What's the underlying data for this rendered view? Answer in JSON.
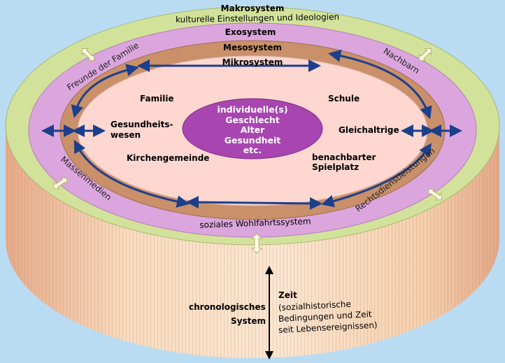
{
  "systems": {
    "makro": {
      "title": "Makrosystem",
      "subtitle": "kulturelle Einstellungen und Ideologien"
    },
    "exo": {
      "title": "Exosystem",
      "items": [
        "Freunde der Familie",
        "Nachbarn",
        "Massenmedien",
        "Rechtsdienstleistungen",
        "soziales Wohlfahrtssystem"
      ]
    },
    "meso": {
      "title": "Mesosystem"
    },
    "mikro": {
      "title": "Mikrosystem",
      "items": [
        "Familie",
        "Schule",
        "Gesundheits-",
        "wesen",
        "Gleichaltrige",
        "Kirchengemeinde",
        "benachbarter",
        "Spielplatz"
      ]
    },
    "individual": {
      "lines": [
        "individuelle(s)",
        "Geschlecht",
        "Alter",
        "Gesundheit",
        "etc."
      ]
    },
    "chrono": {
      "lines": [
        "chronologisches",
        "System"
      ]
    },
    "zeit": {
      "title": "Zeit",
      "lines": [
        "(sozialhistorische",
        "Bedingungen und Zeit",
        "seit Lebensereignissen)"
      ]
    }
  },
  "colors": {
    "background": "#b9dcf3",
    "makro": "#d2e29a",
    "exo": "#dba6dd",
    "meso": "#c9906a",
    "mikro": "#fdd7d0",
    "core": "#a845b1",
    "cylinder": "#f6d3b2",
    "arrow": "#1c3f8c"
  }
}
